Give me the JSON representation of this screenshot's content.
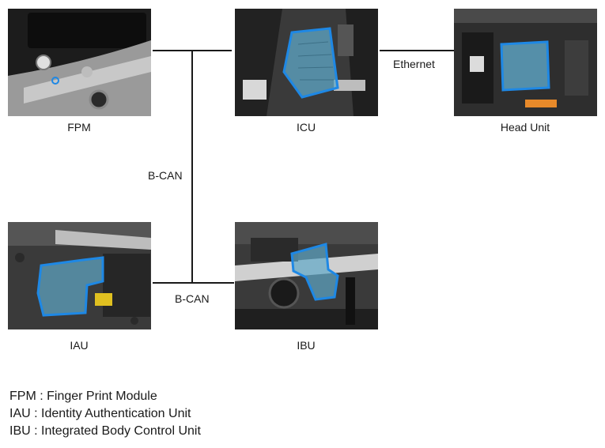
{
  "modules": {
    "fpm": {
      "caption": "FPM"
    },
    "icu": {
      "caption": "ICU"
    },
    "head_unit": {
      "caption": "Head Unit"
    },
    "iau": {
      "caption": "IAU"
    },
    "ibu": {
      "caption": "IBU"
    }
  },
  "connections": {
    "icu_to_head_unit": "Ethernet",
    "vertical_bus": "B-CAN",
    "iau_to_ibu": "B-CAN"
  },
  "legend": [
    "FPM : Finger Print Module",
    "IAU : Identity Authentication Unit",
    "IBU : Integrated Body Control Unit"
  ],
  "colors": {
    "highlight_fill": "#5fa8c8",
    "highlight_stroke": "#1e88e5",
    "line": "#1a1a1a"
  }
}
